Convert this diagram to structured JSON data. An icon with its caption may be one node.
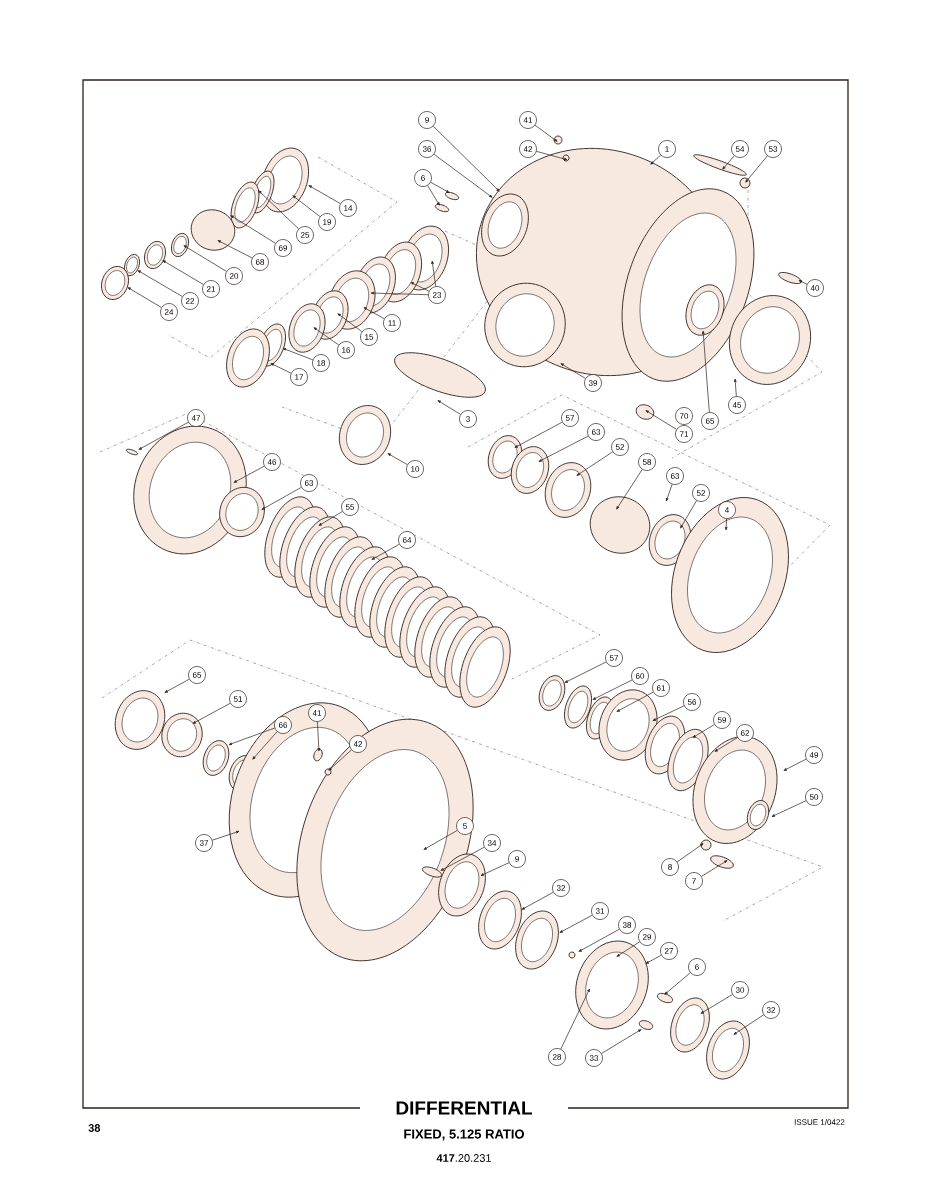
{
  "diagram": {
    "title": "DIFFERENTIAL",
    "nodes": [
      {
        "text": [
          "9"
        ]
      },
      {
        "text": [
          "41"
        ]
      },
      {
        "text": [
          "36"
        ]
      },
      {
        "text": [
          "42"
        ]
      },
      {
        "text": [
          "1"
        ]
      },
      {
        "text": [
          "54"
        ]
      },
      {
        "text": [
          "53"
        ]
      },
      {
        "text": [
          "6"
        ]
      },
      {
        "text": [
          "14"
        ]
      },
      {
        "text": [
          "19"
        ]
      },
      {
        "text": [
          "25"
        ]
      },
      {
        "text": [
          "69"
        ]
      },
      {
        "text": [
          "68"
        ]
      },
      {
        "text": [
          "20"
        ]
      },
      {
        "text": [
          "21"
        ]
      },
      {
        "text": [
          "22"
        ]
      },
      {
        "text": [
          "24"
        ]
      },
      {
        "text": [
          "23"
        ]
      },
      {
        "text": [
          "11"
        ]
      },
      {
        "text": [
          "15"
        ]
      },
      {
        "text": [
          "16"
        ]
      },
      {
        "text": [
          "18"
        ]
      },
      {
        "text": [
          "17"
        ]
      },
      {
        "text": [
          "40"
        ]
      },
      {
        "text": [
          "39"
        ]
      },
      {
        "text": [
          "45"
        ]
      },
      {
        "text": [
          "65"
        ]
      },
      {
        "text": [
          "70"
        ]
      },
      {
        "text": [
          "71"
        ]
      },
      {
        "text": [
          "3"
        ]
      },
      {
        "text": [
          "47"
        ]
      },
      {
        "text": [
          "57"
        ]
      },
      {
        "text": [
          "63"
        ]
      },
      {
        "text": [
          "52"
        ]
      },
      {
        "text": [
          "58"
        ]
      },
      {
        "text": [
          "46"
        ]
      },
      {
        "text": [
          "10"
        ]
      },
      {
        "text": [
          "63"
        ]
      },
      {
        "text": [
          "63"
        ]
      },
      {
        "text": [
          "52"
        ]
      },
      {
        "text": [
          "55"
        ]
      },
      {
        "text": [
          "4"
        ]
      },
      {
        "text": [
          "64"
        ]
      },
      {
        "text": [
          "57"
        ]
      },
      {
        "text": [
          "65"
        ]
      },
      {
        "text": [
          "60"
        ]
      },
      {
        "text": [
          "61"
        ]
      },
      {
        "text": [
          "51"
        ]
      },
      {
        "text": [
          "56"
        ]
      },
      {
        "text": [
          "41"
        ]
      },
      {
        "text": [
          "59"
        ]
      },
      {
        "text": [
          "66"
        ]
      },
      {
        "text": [
          "62"
        ]
      },
      {
        "text": [
          "42"
        ]
      },
      {
        "text": [
          "49"
        ]
      },
      {
        "text": [
          "50"
        ]
      },
      {
        "text": [
          "5"
        ]
      },
      {
        "text": [
          "37"
        ]
      },
      {
        "text": [
          "34"
        ]
      },
      {
        "text": [
          "9"
        ]
      },
      {
        "text": [
          "8"
        ]
      },
      {
        "text": [
          "7"
        ]
      },
      {
        "text": [
          "32"
        ]
      },
      {
        "text": [
          "31"
        ]
      },
      {
        "text": [
          "38"
        ]
      },
      {
        "text": [
          "29"
        ]
      },
      {
        "text": [
          "27"
        ]
      },
      {
        "text": [
          "6"
        ]
      },
      {
        "text": [
          "30"
        ]
      },
      {
        "text": [
          "32"
        ]
      },
      {
        "text": [
          "28"
        ]
      },
      {
        "text": [
          "33"
        ]
      }
    ],
    "edges": [
      {
        "from": 0,
        "to": null,
        "arrow": "to"
      },
      {
        "from": 1,
        "to": null,
        "arrow": "to"
      },
      {
        "from": 2,
        "to": null,
        "arrow": "to"
      },
      {
        "from": 3,
        "to": null,
        "arrow": "to"
      },
      {
        "from": 4,
        "to": null,
        "arrow": "to"
      },
      {
        "from": 5,
        "to": null,
        "arrow": "to"
      },
      {
        "from": 6,
        "to": null,
        "arrow": "to"
      },
      {
        "from": 7,
        "to": null,
        "arrow": "to"
      },
      {
        "from": 7,
        "to": null,
        "arrow": "to"
      },
      {
        "from": 8,
        "to": null,
        "arrow": "to"
      },
      {
        "from": 9,
        "to": null,
        "arrow": "to"
      },
      {
        "from": 10,
        "to": null,
        "arrow": "to"
      },
      {
        "from": 11,
        "to": null,
        "arrow": "to"
      },
      {
        "from": 12,
        "to": null,
        "arrow": "to"
      },
      {
        "from": 13,
        "to": null,
        "arrow": "to"
      },
      {
        "from": 14,
        "to": null,
        "arrow": "to"
      },
      {
        "from": 15,
        "to": null,
        "arrow": "to"
      },
      {
        "from": 16,
        "to": null,
        "arrow": "to"
      },
      {
        "from": 17,
        "to": null,
        "arrow": "to"
      },
      {
        "from": 17,
        "to": null,
        "arrow": "to"
      },
      {
        "from": 17,
        "to": null,
        "arrow": "to"
      },
      {
        "from": 18,
        "to": null,
        "arrow": "to"
      },
      {
        "from": 19,
        "to": null,
        "arrow": "to"
      },
      {
        "from": 20,
        "to": null,
        "arrow": "to"
      },
      {
        "from": 21,
        "to": null,
        "arrow": "to"
      },
      {
        "from": 22,
        "to": null,
        "arrow": "to"
      },
      {
        "from": 23,
        "to": null,
        "arrow": "to"
      },
      {
        "from": 24,
        "to": null,
        "arrow": "to"
      },
      {
        "from": 25,
        "to": null,
        "arrow": "to"
      },
      {
        "from": 26,
        "to": null,
        "arrow": "to"
      },
      {
        "from": 28,
        "to": null,
        "arrow": "to"
      },
      {
        "from": 29,
        "to": null,
        "arrow": "to"
      },
      {
        "from": 30,
        "to": null,
        "arrow": "to"
      },
      {
        "from": 31,
        "to": null,
        "arrow": "to"
      },
      {
        "from": 32,
        "to": null,
        "arrow": "to"
      },
      {
        "from": 33,
        "to": null,
        "arrow": "to"
      },
      {
        "from": 34,
        "to": null,
        "arrow": "to"
      },
      {
        "from": 35,
        "to": null,
        "arrow": "to"
      },
      {
        "from": 36,
        "to": null,
        "arrow": "to"
      },
      {
        "from": 37,
        "to": null,
        "arrow": "to"
      },
      {
        "from": 38,
        "to": null,
        "arrow": "to"
      },
      {
        "from": 39,
        "to": null,
        "arrow": "to"
      },
      {
        "from": 40,
        "to": null,
        "arrow": "to"
      },
      {
        "from": 41,
        "to": null,
        "arrow": "to"
      },
      {
        "from": 42,
        "to": null,
        "arrow": "to"
      },
      {
        "from": 43,
        "to": null,
        "arrow": "to"
      },
      {
        "from": 44,
        "to": null,
        "arrow": "to"
      },
      {
        "from": 45,
        "to": null,
        "arrow": "to"
      },
      {
        "from": 46,
        "to": null,
        "arrow": "to"
      },
      {
        "from": 47,
        "to": null,
        "arrow": "to"
      },
      {
        "from": 48,
        "to": null,
        "arrow": "to"
      },
      {
        "from": 49,
        "to": null,
        "arrow": "to"
      },
      {
        "from": 50,
        "to": null,
        "arrow": "to"
      },
      {
        "from": 51,
        "to": null,
        "arrow": "to"
      },
      {
        "from": 51,
        "to": null,
        "arrow": "to"
      },
      {
        "from": 52,
        "to": null,
        "arrow": "to"
      },
      {
        "from": 53,
        "to": null,
        "arrow": "to"
      },
      {
        "from": 54,
        "to": null,
        "arrow": "to"
      },
      {
        "from": 55,
        "to": null,
        "arrow": "to"
      },
      {
        "from": 56,
        "to": null,
        "arrow": "to"
      },
      {
        "from": 57,
        "to": null,
        "arrow": "to"
      },
      {
        "from": 58,
        "to": null,
        "arrow": "to"
      },
      {
        "from": 59,
        "to": null,
        "arrow": "to"
      },
      {
        "from": 60,
        "to": null,
        "arrow": "to"
      },
      {
        "from": 61,
        "to": null,
        "arrow": "to"
      },
      {
        "from": 62,
        "to": null,
        "arrow": "to"
      },
      {
        "from": 63,
        "to": null,
        "arrow": "to"
      },
      {
        "from": 64,
        "to": null,
        "arrow": "to"
      },
      {
        "from": 65,
        "to": null,
        "arrow": "to"
      },
      {
        "from": 66,
        "to": null,
        "arrow": "to"
      },
      {
        "from": 67,
        "to": null,
        "arrow": "to"
      },
      {
        "from": 68,
        "to": null,
        "arrow": "to"
      },
      {
        "from": 69,
        "to": null,
        "arrow": "to"
      },
      {
        "from": 70,
        "to": null,
        "arrow": "to"
      },
      {
        "from": 71,
        "to": null,
        "arrow": "to"
      }
    ],
    "labels": [
      "38",
      "FIXED, 5.125 RATIO",
      "**417**.20.231",
      "ISSUE 1/0422"
    ]
  }
}
